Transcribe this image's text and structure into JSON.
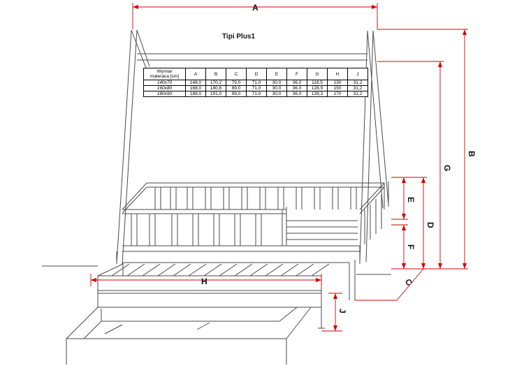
{
  "title": "Tipi Plus1",
  "table": {
    "header_line1": "Wymiar",
    "header_line2": "materaca [cm]",
    "columns": [
      "A",
      "B",
      "C",
      "D",
      "E",
      "F",
      "G",
      "H",
      "J"
    ],
    "rows": [
      {
        "size": "140x70",
        "values": [
          "148,0",
          "170,2",
          "79,0",
          "71,0",
          "30,0",
          "36,0",
          "118,5",
          "130",
          "31,2"
        ]
      },
      {
        "size": "160x80",
        "values": [
          "168,0",
          "180,6",
          "89,0",
          "71,0",
          "30,0",
          "36,0",
          "128,9",
          "150",
          "31,2"
        ]
      },
      {
        "size": "180x90",
        "values": [
          "188,0",
          "191,0",
          "99,0",
          "71,0",
          "30,0",
          "36,0",
          "139,3",
          "170",
          "31,2"
        ]
      }
    ]
  },
  "dimensions": {
    "A": "A",
    "B": "B",
    "C": "C",
    "D": "D",
    "E": "E",
    "F": "F",
    "G": "G",
    "H": "H",
    "J": "J"
  },
  "colors": {
    "line": "#4a4a4a",
    "dimension": "#d40000"
  }
}
